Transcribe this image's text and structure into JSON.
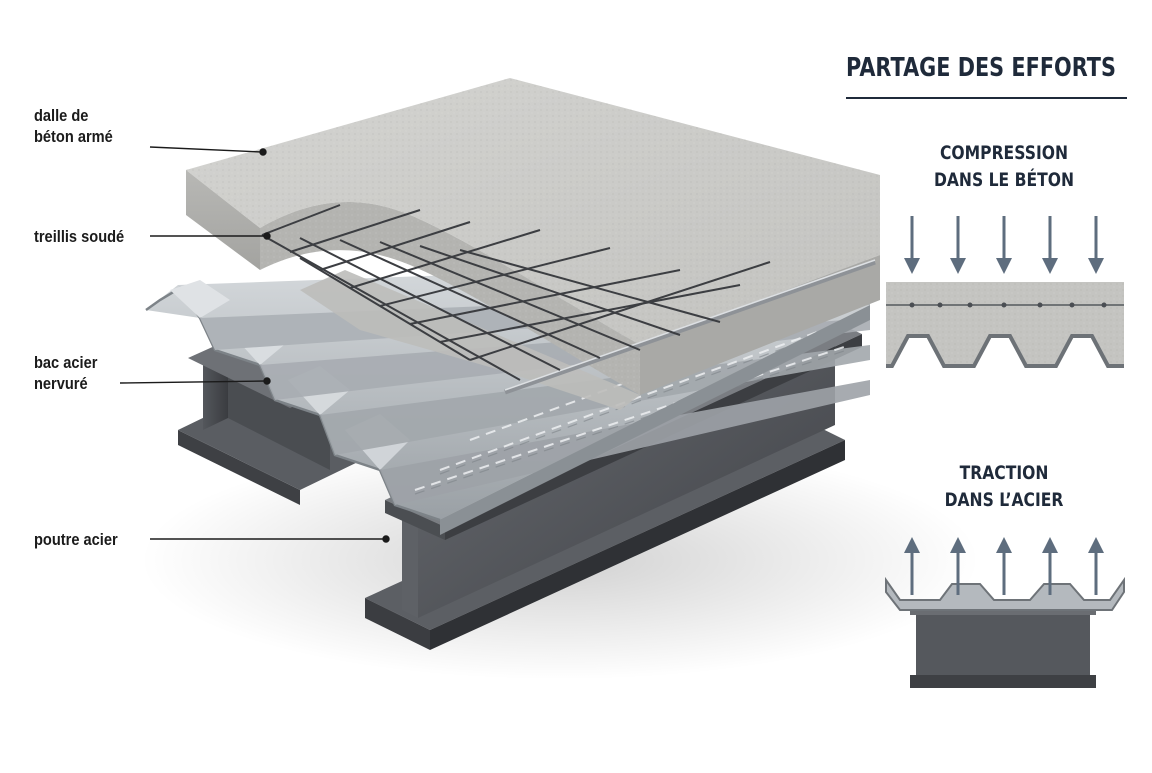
{
  "labels": {
    "slab_line1": "dalle de",
    "slab_line2": "béton armé",
    "mesh": "treillis soudé",
    "deck_line1": "bac acier",
    "deck_line2": "nervuré",
    "beam": "poutre acier"
  },
  "panel": {
    "title": "PARTAGE DES EFFORTS",
    "compression_line1": "COMPRESSION",
    "compression_line2": "DANS LE BÉTON",
    "traction_line1": "TRACTION",
    "traction_line2": "DANS L’ACIER"
  },
  "colors": {
    "concrete": "#c9c9c6",
    "concrete_dark": "#a8a8a5",
    "steel": "#b9bec3",
    "steel_dark": "#6e7378",
    "beam": "#4f5257",
    "arrow": "#5e6d7e",
    "title": "#1f2a3a"
  },
  "icons": {
    "compression_arrows": "arrow-down-icon",
    "traction_arrows": "arrow-up-icon"
  }
}
